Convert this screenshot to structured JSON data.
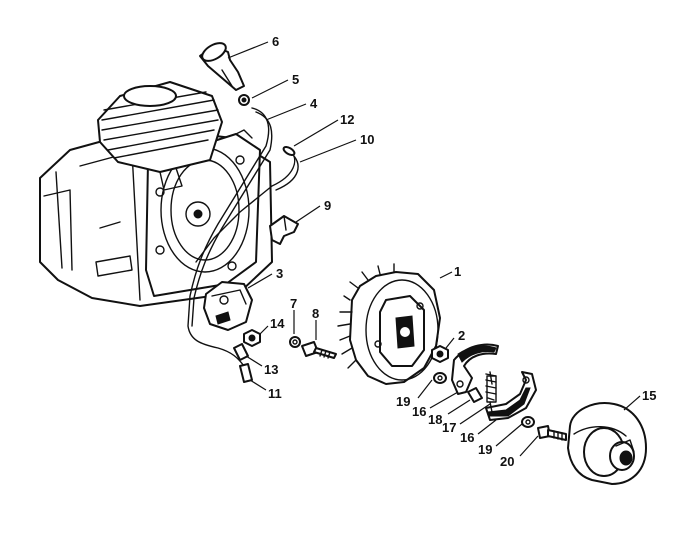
{
  "diagram": {
    "part_numbers": {
      "p1": "1",
      "p2": "2",
      "p3": "3",
      "p4": "4",
      "p5": "5",
      "p6": "6",
      "p7": "7",
      "p8": "8",
      "p9": "9",
      "p10": "10",
      "p11": "11",
      "p12": "12",
      "p13": "13",
      "p14": "14",
      "p15": "15",
      "p16a": "16",
      "p16b": "16",
      "p17": "17",
      "p18": "18",
      "p19a": "19",
      "p19b": "19",
      "p20": "20"
    },
    "colors": {
      "ink": "#111111",
      "paper": "#ffffff"
    }
  }
}
